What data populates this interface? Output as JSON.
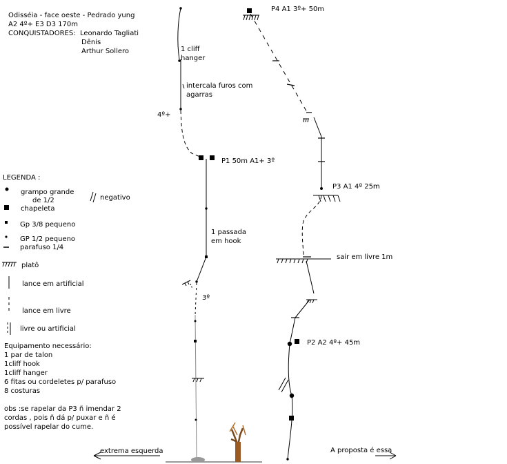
{
  "header": {
    "title": "Odisséia -  face oeste - Pedrado yung",
    "grade": "A2  4º+  E3  D3  170m",
    "conquerors_label": "CONQUISTADORES:",
    "conquerors": [
      "Leonardo Tagliati",
      "Dênis",
      "Arthur  Sollero"
    ]
  },
  "legend": {
    "title": "LEGENDA :",
    "items": [
      {
        "icon": "big-bolt-icon",
        "label_lines": [
          "grampo  grande",
          "de  1/2"
        ]
      },
      {
        "icon": "hanger-icon",
        "label_lines": [
          "chapeleta"
        ]
      },
      {
        "icon": "small-bolt-38-icon",
        "label_lines": [
          "Gp  3/8 pequeno"
        ]
      },
      {
        "icon": "small-bolt-12-icon",
        "label_lines": [
          "GP 1/2 pequeno"
        ]
      },
      {
        "icon": "screw-icon",
        "label_lines": [
          "parafuso  1/4"
        ]
      },
      {
        "icon": "ledge-icon",
        "label_lines": [
          "platô"
        ]
      },
      {
        "icon": "aid-line-icon",
        "label_lines": [
          "lance em artificial"
        ]
      },
      {
        "icon": "free-line-icon",
        "label_lines": [
          "lance em livre"
        ]
      },
      {
        "icon": "free-or-aid-icon",
        "label_lines": [
          "livre ou artificial"
        ]
      }
    ],
    "negative": {
      "icon": "negative-icon",
      "label": "negativo"
    }
  },
  "equipment": {
    "title": "Equipamento necessário:",
    "items": [
      "1  par de talon",
      "1cliff  hook",
      "1cliff hanger",
      "6 fitas ou cordeletes p/ parafuso",
      "8 costuras"
    ]
  },
  "note": {
    "lines": [
      "obs :se rapelar da P3 ñ imendar 2",
      "cordas , pois ñ dá p/ puxar e ñ é",
      "possível rapelar do cume."
    ]
  },
  "left_route": {
    "annotations": {
      "cliff_hanger": [
        "1 cliff",
        "hanger"
      ],
      "holes": [
        "intercala furos com",
        "agarras"
      ],
      "grade_4": "4º+",
      "p1": "P1  50m  A1+ 3º",
      "hook": [
        "1 passada",
        "em hook"
      ],
      "grade_3": "3º"
    },
    "arrow_label": "extrema esquerda"
  },
  "right_route": {
    "annotations": {
      "p4": "P4  A1  3º+  50m",
      "p3": "P3  A1  4º  25m",
      "free_exit": "sair em livre  1m",
      "p2": "P2 A2  4º+ 45m"
    },
    "arrow_label": "A proposta é essa"
  }
}
